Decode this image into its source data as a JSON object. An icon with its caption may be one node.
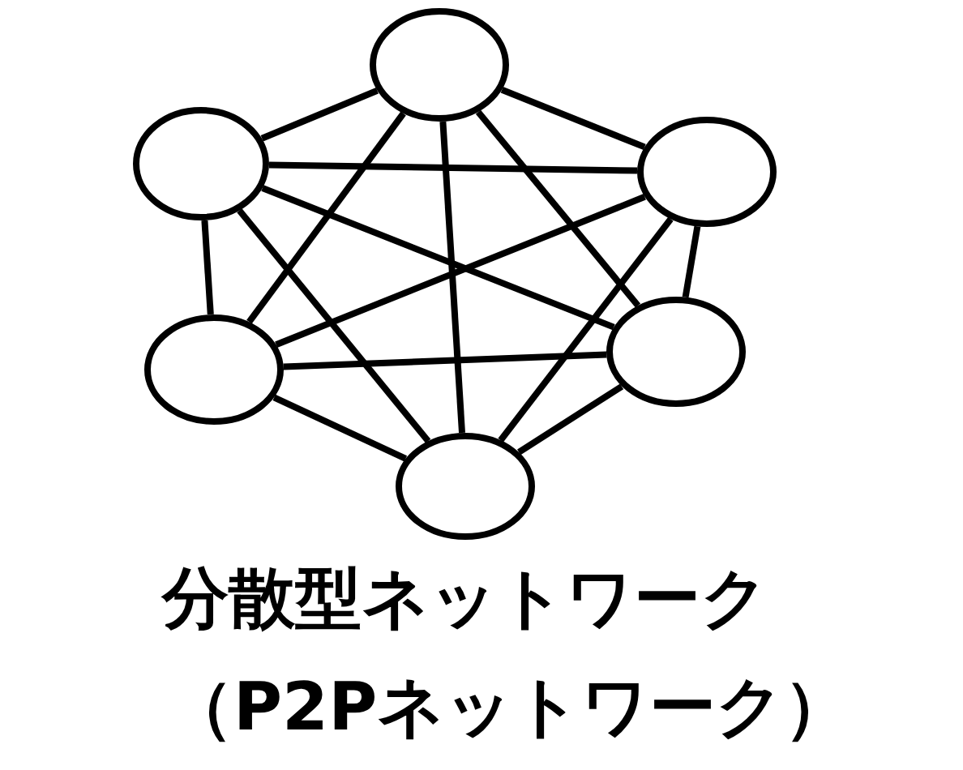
{
  "diagram": {
    "nodes": [
      {
        "text": [],
        "shape": "ellipse"
      },
      {
        "text": [],
        "shape": "ellipse"
      },
      {
        "text": [],
        "shape": "ellipse"
      },
      {
        "text": [],
        "shape": "ellipse"
      },
      {
        "text": [],
        "shape": "ellipse"
      },
      {
        "text": [],
        "shape": "ellipse"
      }
    ],
    "edges": [
      {
        "from": 0,
        "to": 1,
        "arrow": "none"
      },
      {
        "from": 0,
        "to": 2,
        "arrow": "none"
      },
      {
        "from": 0,
        "to": 3,
        "arrow": "none"
      },
      {
        "from": 0,
        "to": 4,
        "arrow": "none"
      },
      {
        "from": 0,
        "to": 5,
        "arrow": "none"
      },
      {
        "from": 1,
        "to": 2,
        "arrow": "none"
      },
      {
        "from": 1,
        "to": 3,
        "arrow": "none"
      },
      {
        "from": 1,
        "to": 4,
        "arrow": "none"
      },
      {
        "from": 1,
        "to": 5,
        "arrow": "none"
      },
      {
        "from": 2,
        "to": 3,
        "arrow": "none"
      },
      {
        "from": 2,
        "to": 4,
        "arrow": "none"
      },
      {
        "from": 2,
        "to": 5,
        "arrow": "none"
      },
      {
        "from": 3,
        "to": 4,
        "arrow": "none"
      },
      {
        "from": 3,
        "to": 5,
        "arrow": "none"
      },
      {
        "from": 4,
        "to": 5,
        "arrow": "none"
      }
    ],
    "labels": [
      "分散型ネットワーク",
      "（P2Pネットワーク）"
    ]
  }
}
